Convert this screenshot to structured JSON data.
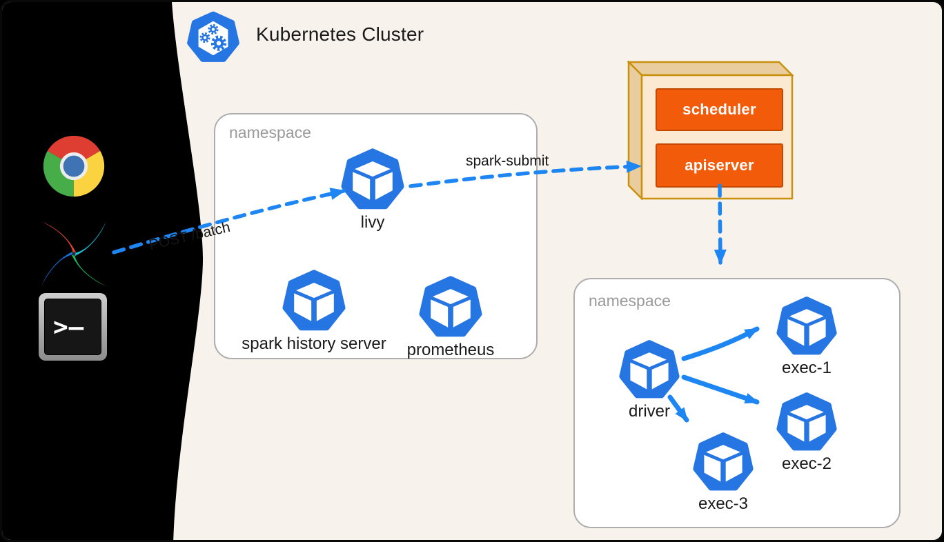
{
  "header": {
    "title": "Kubernetes Cluster"
  },
  "sidebar": {
    "icons": [
      {
        "name": "chrome-browser"
      },
      {
        "name": "airflow"
      },
      {
        "name": "terminal",
        "glyph": ">–"
      }
    ]
  },
  "namespaces": [
    {
      "label": "namespace",
      "pods": [
        "livy",
        "spark history server",
        "prometheus"
      ]
    },
    {
      "label": "namespace",
      "pods": [
        "driver",
        "exec-1",
        "exec-2",
        "exec-3"
      ]
    }
  ],
  "control_plane": {
    "components": [
      "scheduler",
      "apiserver"
    ]
  },
  "edges": [
    {
      "label": "POST /batch",
      "from": "airflow",
      "to": "livy",
      "style": "dashed"
    },
    {
      "label": "spark-submit",
      "from": "livy",
      "to": "apiserver",
      "style": "dashed"
    },
    {
      "label": "",
      "from": "apiserver",
      "to": "namespace-2",
      "style": "dashed"
    },
    {
      "label": "",
      "from": "driver",
      "to": "exec-1",
      "style": "solid"
    },
    {
      "label": "",
      "from": "driver",
      "to": "exec-2",
      "style": "solid"
    },
    {
      "label": "",
      "from": "driver",
      "to": "exec-3",
      "style": "solid"
    }
  ],
  "colors": {
    "background": "#F8F2EC",
    "sidebar": "#000000",
    "pod_blue": "#2575E2",
    "arrow_blue": "#1E86F2",
    "namespace_border": "#ADADAD",
    "namespace_label": "#9A9A9A",
    "control_plane_fill": "#FBE9D2",
    "control_plane_side": "#EACD9F",
    "control_plane_border": "#C8900B",
    "component_fill": "#F25B0A",
    "component_border": "#C24A00",
    "text": "#1A1A1A"
  }
}
